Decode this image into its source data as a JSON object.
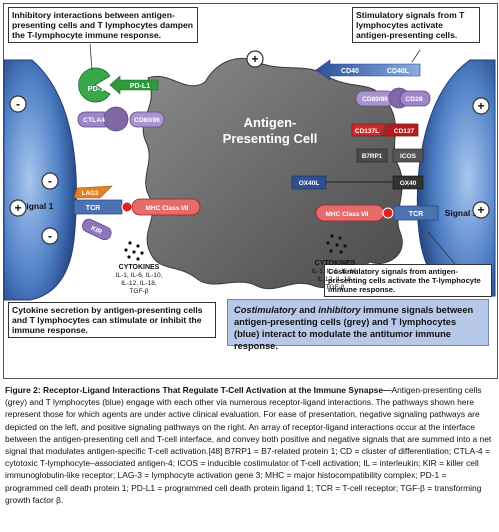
{
  "notes": {
    "inhibitory": "Inhibitory interactions between antigen-presenting cells and T lymphocytes dampen the T-lymphocyte immune response.",
    "stimulatory": "Stimulatory signals from T lymphocytes activate antigen-presenting cells.",
    "cytokine": "Cytokine secretion by antigen-presenting cells and T lymphocytes can stimulate or inhibit the immune response.",
    "costim": "Costimulatory signals from antigen-presenting cells activate the T-lymphocyte immune response."
  },
  "apc_label_line1": "Antigen-",
  "apc_label_line2": "Presenting Cell",
  "molecules": {
    "pd1": "PD-1",
    "pdl1": "PD-L1",
    "ctla4": "CTLA4",
    "cd80_86_left": "CD80/86",
    "lag3": "LAG3",
    "tcr_left": "TCR",
    "kir": "KIR",
    "mhc_left": "MHC Class I/II",
    "signal1_left": "Signal 1",
    "cd40": "CD40",
    "cd40l": "CD40L",
    "cd80_86_right": "CD80/86",
    "cd28": "CD28",
    "cd137l": "CD137L",
    "cd137": "CD137",
    "b7rp1": "B7RP1",
    "icos": "ICOS",
    "ox40l": "OX40L",
    "ox40": "OX40",
    "mhc_right": "MHC Class I/II",
    "tcr_right": "TCR",
    "signal1_right": "Signal 1"
  },
  "signs": {
    "plus": "+",
    "minus": "-"
  },
  "cytokines_left": {
    "title": "CYTOKINES",
    "l1": "IL-1, IL-6, IL-10,",
    "l2": "IL-12, IL-18,",
    "l3": "TGF-β"
  },
  "cytokines_right": {
    "title": "CYTOKINES",
    "l1": "IL-1, IL-6, IL-10,",
    "l2": "IL-12, IL-18,",
    "l3": "TGF-β"
  },
  "summary": {
    "italic1": "Costimulatory",
    "and": " and ",
    "italic2": "inhibitory",
    "rest": " immune signals between antigen-presenting cells (grey) and T lymphocytes (blue) interact to modulate the antitumor immune response."
  },
  "caption": {
    "title": "Figure 2: Receptor-Ligand Interactions That Regulate T-Cell Activation at the Immune Synapse—",
    "body": "Antigen-presenting cells (grey) and T lymphocytes (blue) engage with each other via numerous receptor-ligand interactions. The pathways shown here represent those for which agents are under active clinical evaluation.  For ease of presentation, negative signaling pathways are depicted on the left, and positive signaling pathways on the right. An array of receptor-ligand interactions occur at the interface between the antigen-presenting cell  and T-cell interface, and convey both positive and negative signals that are summed into a net signal that modulates antigen-specific T-cell activation.[48] B7RP1 = B7-related protein 1; CD = cluster of differentiation; CTLA-4 = cytotoxic T-lymphocyte–associated antigen-4; ICOS = inducible costimulator of T-cell activation; IL = interleukin; KIR = killer cell immunoglobulin-like receptor; LAG-3 = lymphocyte activation gene 3; MHC = major histocompatibility complex; PD-1 = programmed cell death protein 1; PD-L1 = programmed cell death protein ligand 1; TCR = T-cell receptor; TGF-β = transforming growth factor β."
  },
  "colors": {
    "tcell": "#4c72b0",
    "apc": "#666666",
    "inhib_green": "#2d9b3c",
    "purple": "#7f67a8",
    "red": "#cc2222",
    "orange": "#e67e22"
  }
}
